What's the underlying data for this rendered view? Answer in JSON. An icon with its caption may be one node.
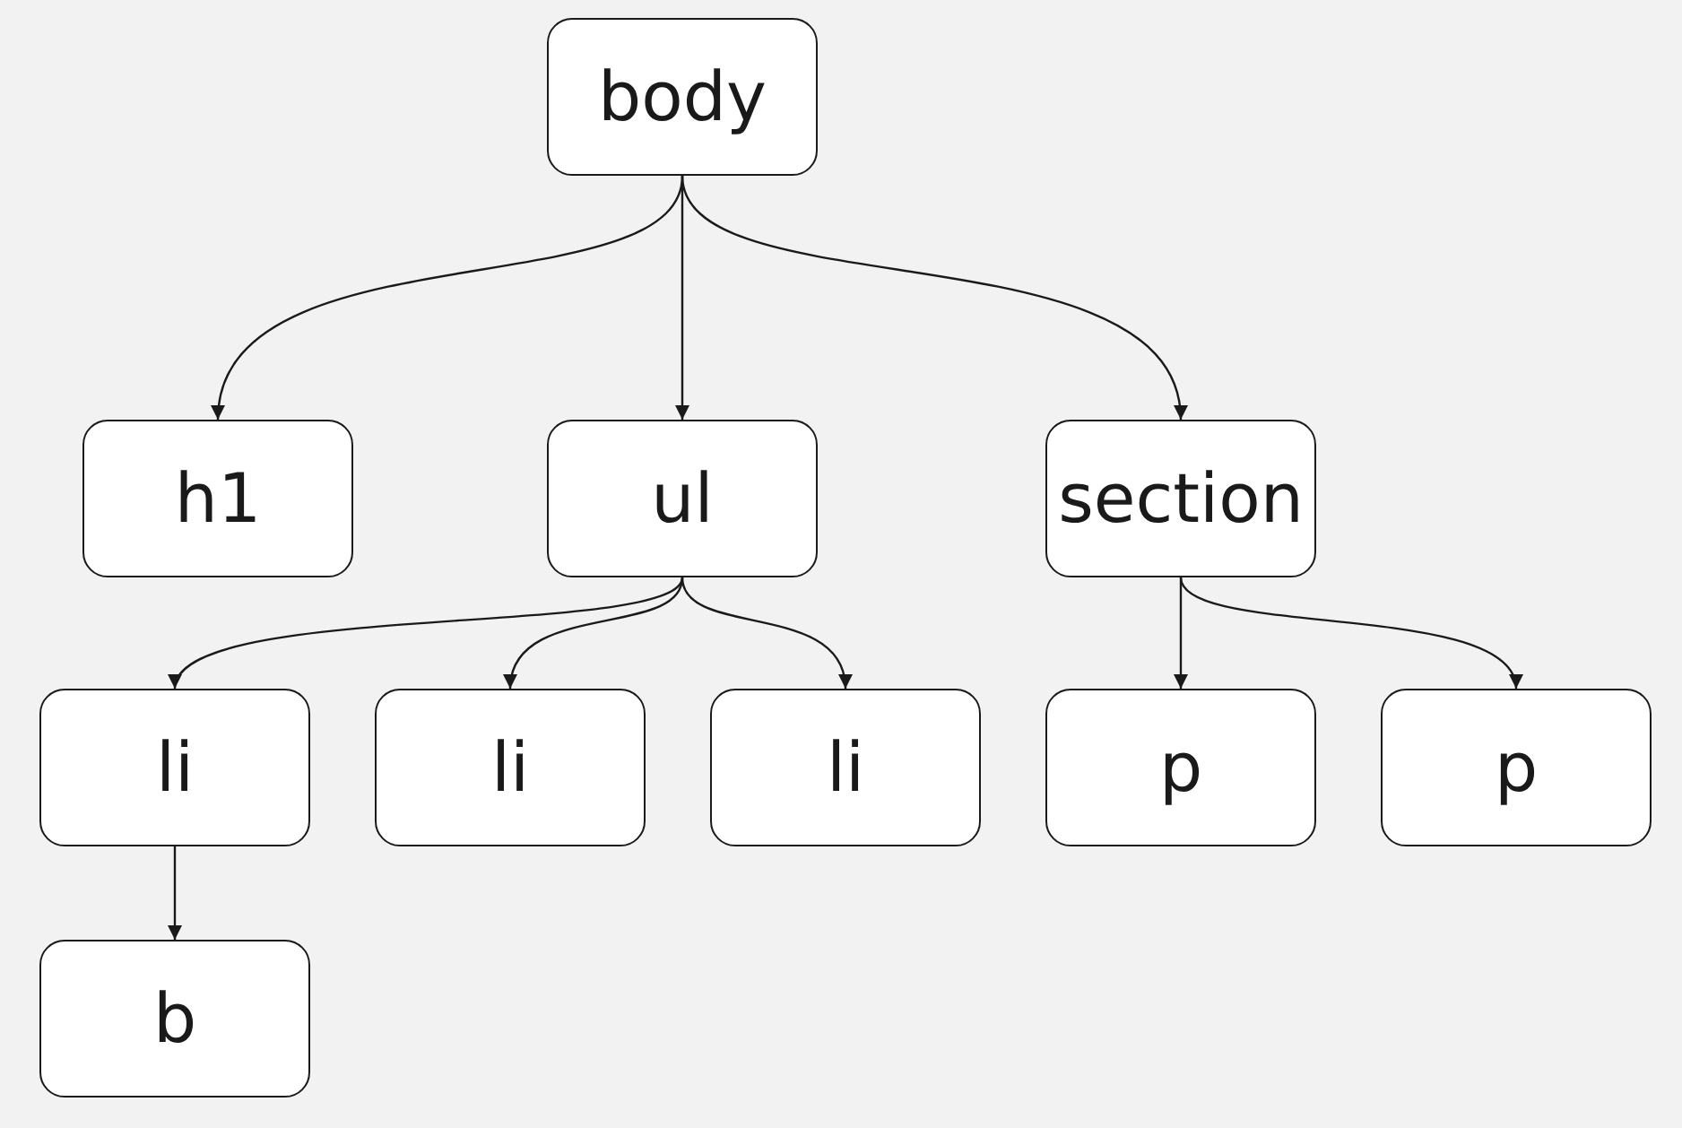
{
  "diagram": {
    "nodes": [
      {
        "text": [
          "body"
        ]
      },
      {
        "text": [
          "h1"
        ]
      },
      {
        "text": [
          "ul"
        ]
      },
      {
        "text": [
          "section"
        ]
      },
      {
        "text": [
          "li"
        ]
      },
      {
        "text": [
          "li"
        ]
      },
      {
        "text": [
          "li"
        ]
      },
      {
        "text": [
          "p"
        ]
      },
      {
        "text": [
          "p"
        ]
      },
      {
        "text": [
          "b"
        ]
      }
    ],
    "edges": [
      {
        "from": 0,
        "to": 1,
        "arrow": "to"
      },
      {
        "from": 0,
        "to": 2,
        "arrow": "to"
      },
      {
        "from": 0,
        "to": 3,
        "arrow": "to"
      },
      {
        "from": 2,
        "to": 4,
        "arrow": "to"
      },
      {
        "from": 2,
        "to": 5,
        "arrow": "to"
      },
      {
        "from": 2,
        "to": 6,
        "arrow": "to"
      },
      {
        "from": 3,
        "to": 7,
        "arrow": "to"
      },
      {
        "from": 3,
        "to": 8,
        "arrow": "to"
      },
      {
        "from": 4,
        "to": 9,
        "arrow": "to"
      }
    ]
  }
}
